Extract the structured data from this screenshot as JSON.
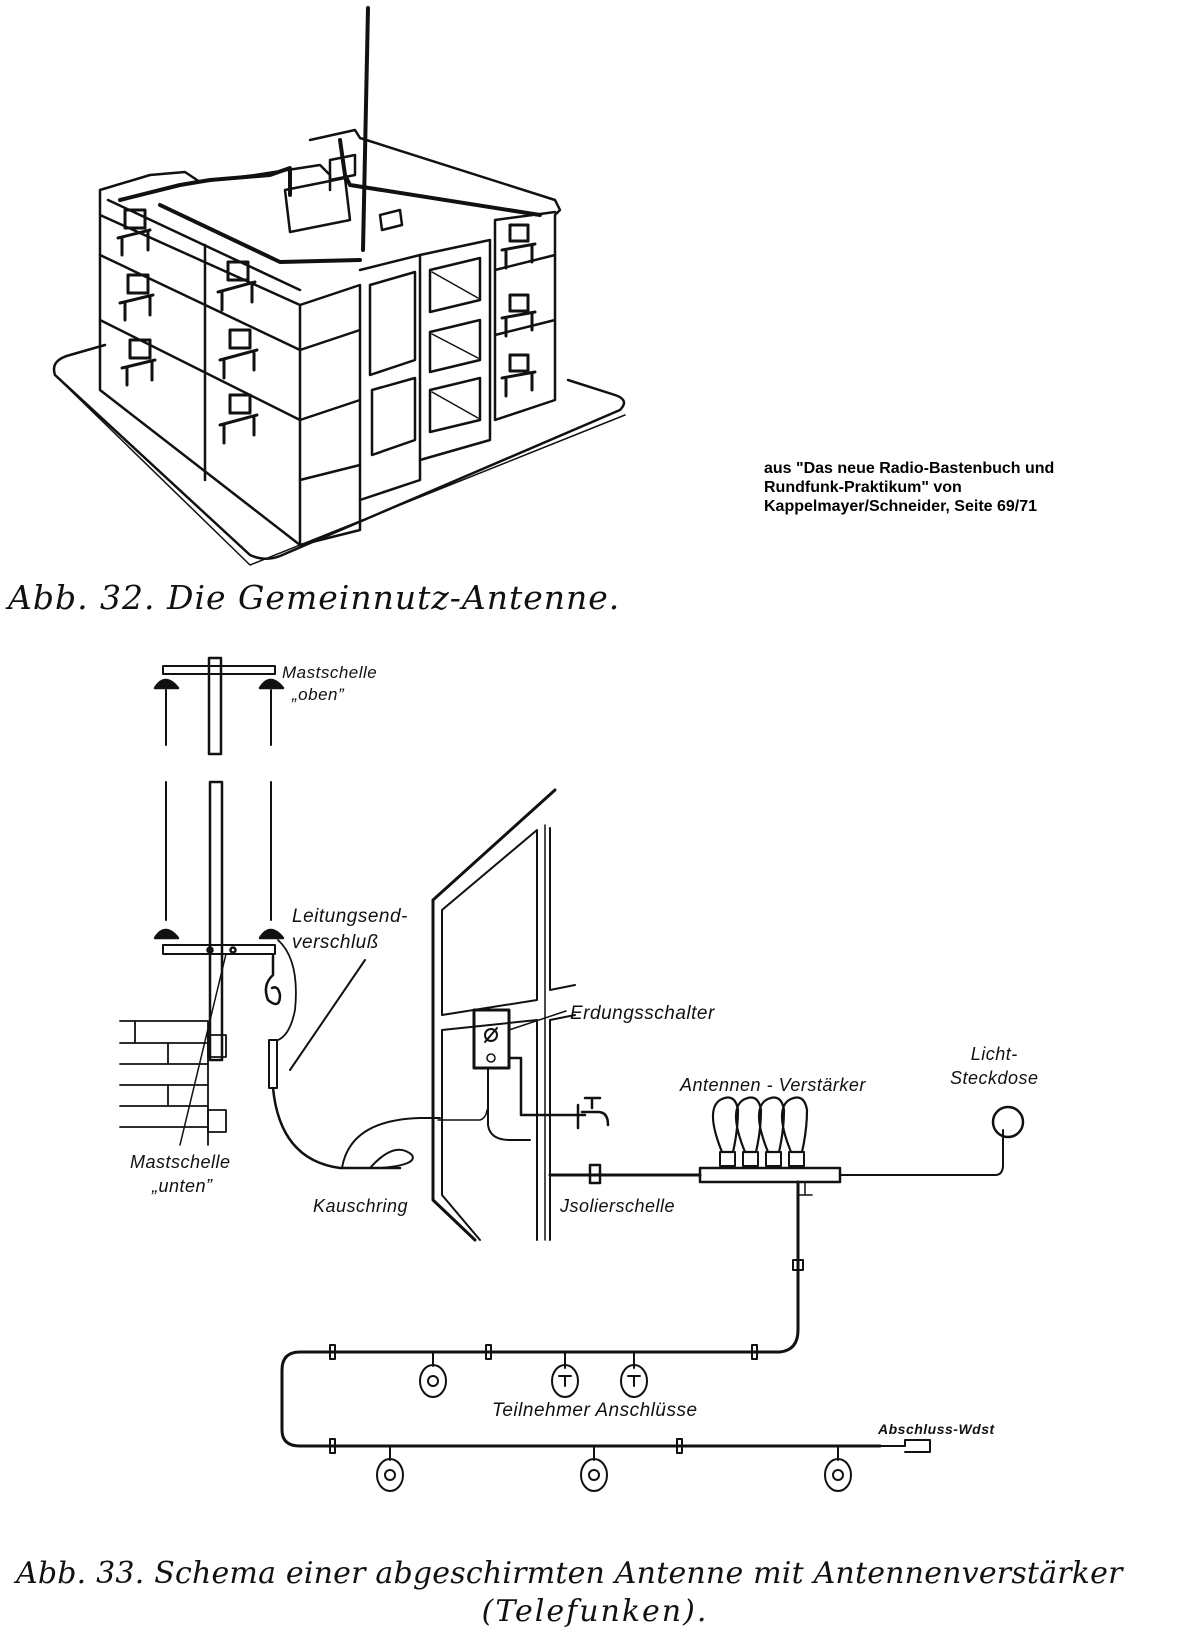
{
  "source_note": {
    "line1": "aus \"Das neue Radio-Bastenbuch und",
    "line2": "Rundfunk-Praktikum\" von",
    "line3": "Kappelmayer/Schneider, Seite 69/71"
  },
  "figure32": {
    "caption": "Abb. 32.  Die Gemeinnutz-Antenne.",
    "illustration": "building-with-shared-antenna"
  },
  "figure33": {
    "caption_line1": "Abb. 33. Schema einer abgeschirmten Antenne mit Antennenverstärker",
    "caption_line2": "(Telefunken).",
    "labels": {
      "mastschelle_oben_1": "Mastschelle",
      "mastschelle_oben_2": "„oben”",
      "leitungsend_1": "Leitungsend-",
      "leitungsend_2": "verschluß",
      "mastschelle_unten_1": "Mastschelle",
      "mastschelle_unten_2": "„unten”",
      "kauschring": "Kauschring",
      "erdungsschalter": "Erdungsschalter",
      "isolierschelle": "Jsolierschelle",
      "antennen_verstaerker": "Antennen - Verstärker",
      "licht_1": "Licht-",
      "licht_2": "Steckdose",
      "teilnehmer": "Teilnehmer Anschlüsse",
      "abschluss": "Abschluss-Wdst"
    }
  }
}
